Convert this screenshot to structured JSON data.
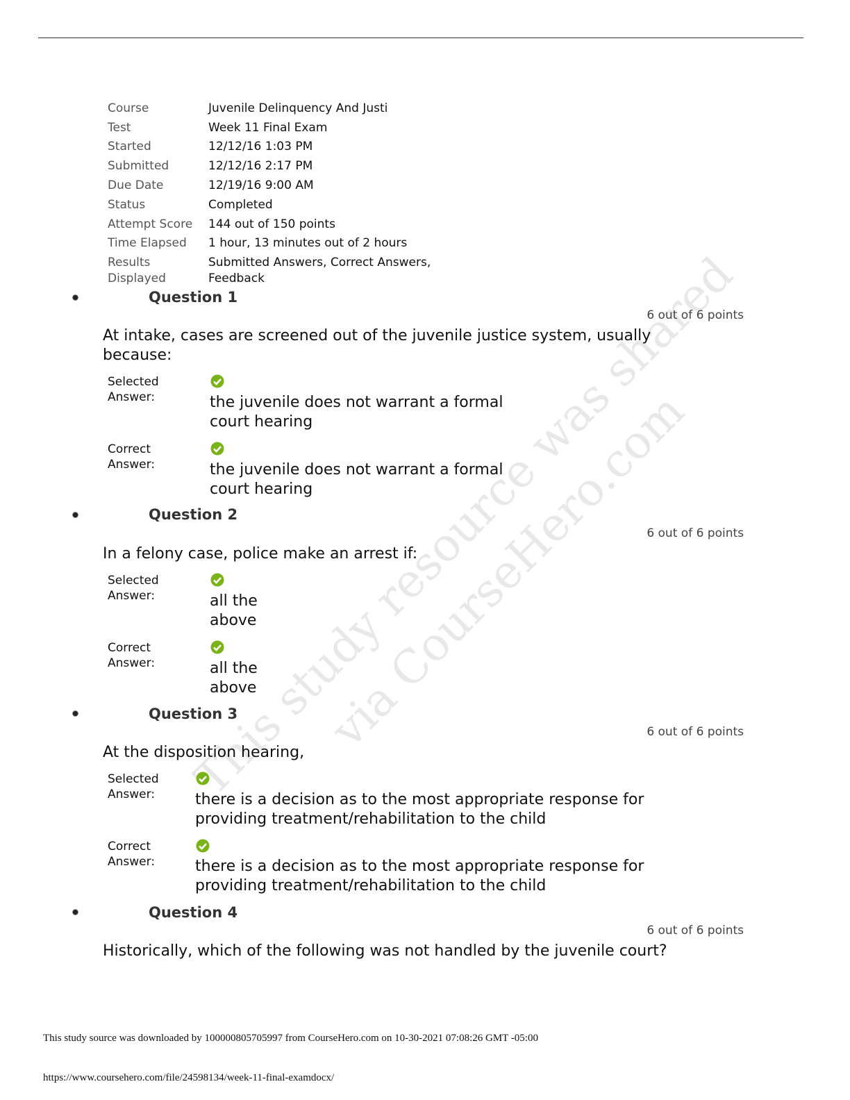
{
  "summary": [
    {
      "label": "Course",
      "value": "Juvenile Delinquency And Justi"
    },
    {
      "label": "Test",
      "value": "Week 11 Final Exam"
    },
    {
      "label": "Started",
      "value": "12/12/16 1:03 PM"
    },
    {
      "label": "Submitted",
      "value": "12/12/16 2:17 PM"
    },
    {
      "label": "Due Date",
      "value": "12/19/16 9:00 AM"
    },
    {
      "label": "Status",
      "value": "Completed"
    },
    {
      "label": "Attempt Score",
      "value": "144 out of 150 points"
    },
    {
      "label": "Time Elapsed",
      "value": "1 hour, 13 minutes out of 2 hours"
    },
    {
      "label": "Results Displayed",
      "value": "Submitted Answers, Correct Answers, Feedback"
    }
  ],
  "labels": {
    "selected": "Selected Answer:",
    "correct": "Correct Answer:"
  },
  "questions": [
    {
      "title": "Question 1",
      "points": "6 out of 6 points",
      "text": "At intake, cases are screened out of the juvenile justice system, usually because:",
      "selected": "the juvenile does not warrant a formal court hearing",
      "correct": "the juvenile does not warrant a formal court hearing"
    },
    {
      "title": "Question 2",
      "points": "6 out of 6 points",
      "text": "In a felony case, police make an arrest if:",
      "selected": "all the above",
      "correct": "all the above"
    },
    {
      "title": "Question 3",
      "points": "6 out of 6 points",
      "text": "At the disposition hearing,",
      "selected": "there is a decision as to the most appropriate response for providing treatment/rehabilitation to the child",
      "correct": "there is a decision as to the most appropriate response for providing treatment/rehabilitation to the child"
    },
    {
      "title": "Question 4",
      "points": "6 out of 6 points",
      "text": "Historically, which of the following was not handled by the juvenile court?"
    }
  ],
  "watermark": "This study resource was shared via CourseHero.com",
  "footer": {
    "download_note": "This study source was downloaded by 100000805705997 from CourseHero.com on 10-30-2021 07:08:26 GMT -05:00",
    "url": "https://www.coursehero.com/file/24598134/week-11-final-examdocx/"
  },
  "colors": {
    "check": "#7ab317"
  }
}
